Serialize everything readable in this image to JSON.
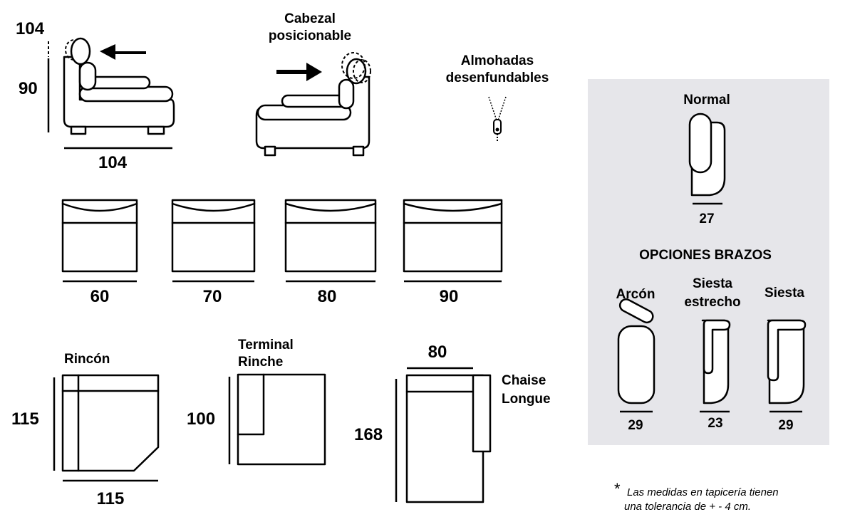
{
  "profile": {
    "height_total": "104",
    "height_back": "90",
    "depth": "104"
  },
  "headrest": {
    "label_line1": "Cabezal",
    "label_line2": "posicionable"
  },
  "cushions": {
    "label_line1": "Almohadas",
    "label_line2": "desenfundables"
  },
  "modules": [
    {
      "width": "60"
    },
    {
      "width": "70"
    },
    {
      "width": "80"
    },
    {
      "width": "90"
    }
  ],
  "corner": {
    "label": "Rincón",
    "side": "115",
    "bottom": "115"
  },
  "terminal": {
    "label_line1": "Terminal",
    "label_line2": "Rinche",
    "side": "100"
  },
  "chaise": {
    "label_line1": "Chaise",
    "label_line2": "Longue",
    "length": "168",
    "width": "80"
  },
  "arms_panel": {
    "normal_label": "Normal",
    "normal_width": "27",
    "options_title": "OPCIONES BRAZOS",
    "options": [
      {
        "label_line1": "Arcón",
        "label_line2": "",
        "width": "29"
      },
      {
        "label_line1": "Siesta",
        "label_line2": "estrecho",
        "width": "23"
      },
      {
        "label_line1": "Siesta",
        "label_line2": "",
        "width": "29"
      }
    ],
    "bg_color": "#e6e6ea"
  },
  "note": {
    "star": "*",
    "line1": "Las medidas en tapicería tienen",
    "line2": "una tolerancia de + - 4 cm."
  }
}
